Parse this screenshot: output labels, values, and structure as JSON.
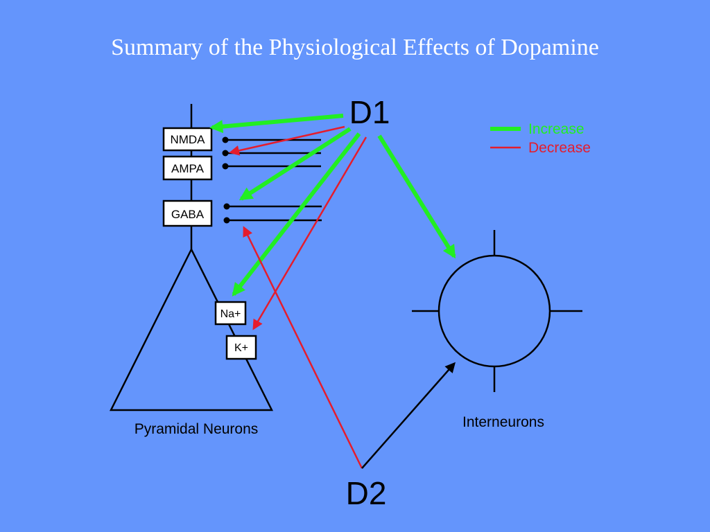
{
  "title": "Summary of the Physiological Effects of Dopamine",
  "receptors": {
    "d1": "D1",
    "d2": "D2"
  },
  "channels": {
    "nmda": "NMDA",
    "ampa": "AMPA",
    "gaba": "GABA",
    "na": "Na+",
    "k": "K+"
  },
  "cells": {
    "pyramidal": "Pyramidal Neurons",
    "interneuron": "Interneurons"
  },
  "legend": {
    "increase": "Increase",
    "decrease": "Decrease"
  },
  "colors": {
    "background": "#6495fc",
    "increase": "#22ee22",
    "decrease": "#e51c2c",
    "line": "#000000"
  }
}
